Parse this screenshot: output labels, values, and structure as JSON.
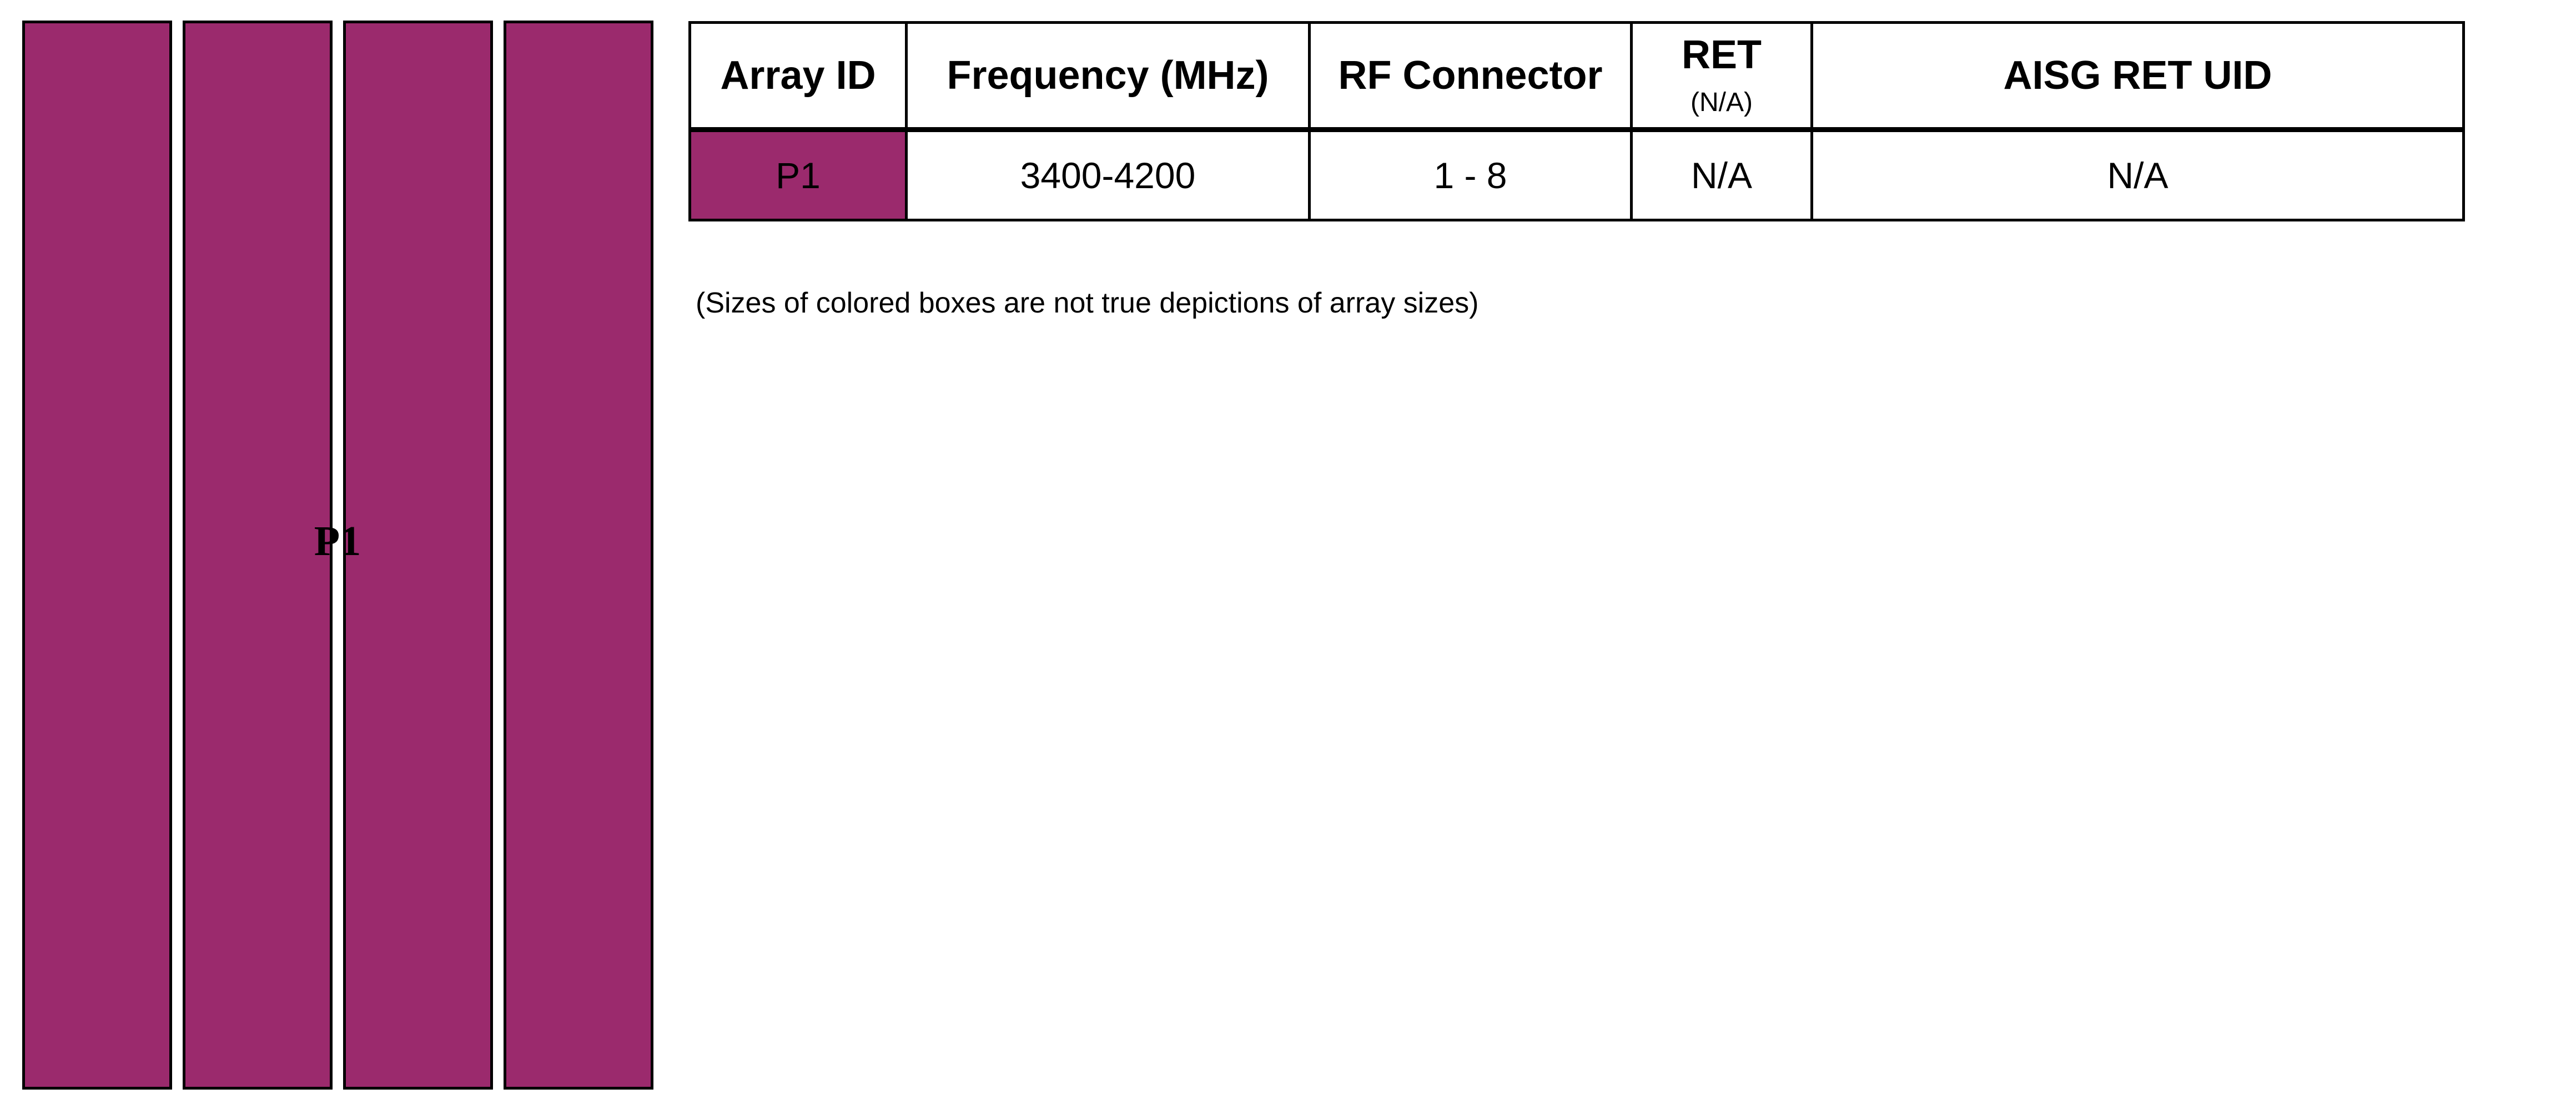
{
  "diagram": {
    "array_label": "P1",
    "array_color": "#9B2A6D",
    "border_color": "#000000",
    "bar_count": 4
  },
  "table": {
    "headers": [
      {
        "label": "Array ID"
      },
      {
        "label": "Frequency (MHz)"
      },
      {
        "label": "RF Connector"
      },
      {
        "label": "RET",
        "sub": "(N/A)"
      },
      {
        "label": "AISG RET UID"
      }
    ],
    "rows": [
      {
        "array_id": "P1",
        "frequency": "3400-4200",
        "rf_connector": "1 - 8",
        "ret": "N/A",
        "aisg_ret_uid": "N/A"
      }
    ]
  },
  "note": {
    "text": "(Sizes of colored boxes are not true depictions of array sizes)"
  }
}
